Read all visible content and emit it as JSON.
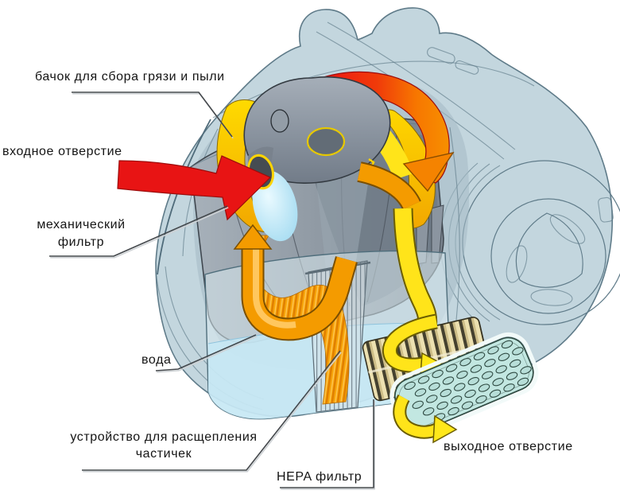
{
  "diagram": {
    "labels": {
      "dust_tank": "бачок для сбора грязи и пыли",
      "inlet": "входное отверстие",
      "mech_filter_line1": "механический",
      "mech_filter_line2": "фильтр",
      "water": "вода",
      "splitter_line1": "устройство для расщепления",
      "splitter_line2": "частичек",
      "hepa": "HEPA фильтр",
      "outlet": "выходное отверстие"
    },
    "colors": {
      "background": "#ffffff",
      "body": "#c3d6de",
      "body_line": "#5f7b89",
      "inlet_arrow_red": "#e81414",
      "flow_orange": "#f49b00",
      "flow_yellow": "#ffe41a",
      "ring_yellow": "#ffd400",
      "canister_grey": "#929ca7",
      "mech_filter_cyan": "#a5dbf2",
      "water_blue": "#c6e7f5",
      "hepa_beige": "#ece0b0",
      "hepa_dark": "#45412f",
      "grille_teal": "#c2e7e1",
      "label_text": "#141414"
    }
  }
}
